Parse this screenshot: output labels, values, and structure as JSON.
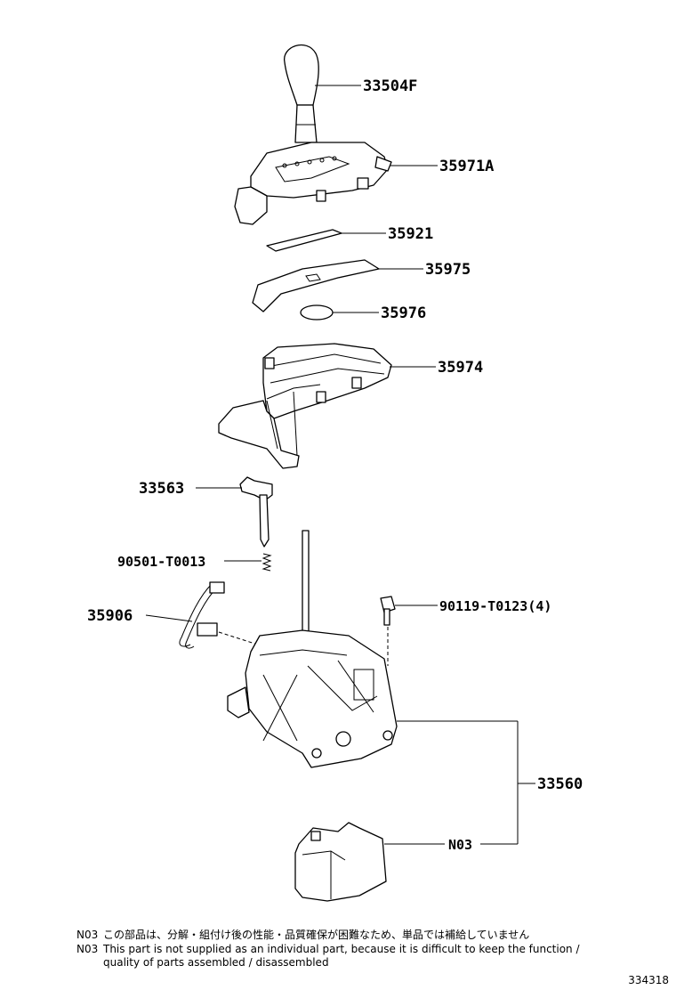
{
  "parts": {
    "p33504F": "33504F",
    "p35971A": "35971A",
    "p35921": "35921",
    "p35975": "35975",
    "p35976": "35976",
    "p35974": "35974",
    "p33563": "33563",
    "p90501": "90501-T0013",
    "p35906": "35906",
    "p90119": "90119-T0123(4)",
    "p33560": "33560",
    "pN03": "N03"
  },
  "notes": {
    "n1_code": "N03",
    "n1_text": "この部品は、分解・組付け後の性能・品質確保が困難なため、単品では補給していません",
    "n2_code": "N03",
    "n2_text": "This part is not supplied as an individual part, because it is difficult to keep the function /",
    "n2_text2": "quality of parts  assembled / disassembled"
  },
  "figure_number": "334318"
}
